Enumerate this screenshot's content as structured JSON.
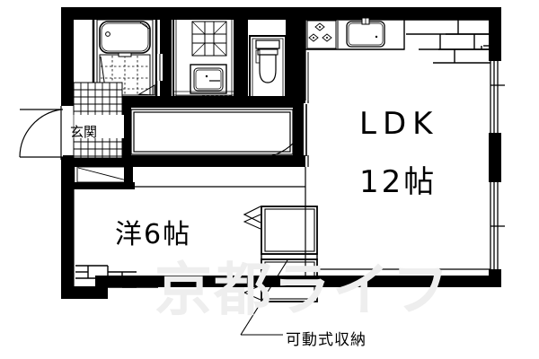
{
  "plan": {
    "type": "apartment-floor-plan",
    "watermark": "京都ライフ",
    "rooms": [
      {
        "id": "ldk",
        "name": "LDK",
        "area": "12帖"
      },
      {
        "id": "western-room",
        "name": "洋6帖",
        "area": "6帖"
      },
      {
        "id": "genkan",
        "name": "玄関"
      }
    ],
    "labels": {
      "ldk_name": "LDK",
      "ldk_area": "12帖",
      "room_name": "洋6帖",
      "genkan": "玄関",
      "movable_storage": "可動式収納"
    },
    "fixtures": [
      {
        "name": "bathtub-unit",
        "room": "bath"
      },
      {
        "name": "shower-floor",
        "room": "bath"
      },
      {
        "name": "washing-machine-pan",
        "room": "washroom"
      },
      {
        "name": "wash-basin",
        "room": "washroom"
      },
      {
        "name": "toilet",
        "room": "toilet"
      },
      {
        "name": "gas-stove-3burner",
        "room": "kitchen"
      },
      {
        "name": "kitchen-sink",
        "room": "kitchen"
      },
      {
        "name": "shoe-box",
        "room": "genkan"
      },
      {
        "name": "upper-shelf",
        "room": "ldk"
      },
      {
        "name": "closet-shelf",
        "room": "western-room"
      },
      {
        "name": "movable-storage-upper",
        "room": "ldk"
      },
      {
        "name": "movable-storage-lower",
        "room": "ldk"
      }
    ],
    "openings": [
      {
        "name": "entrance-door",
        "kind": "swing"
      },
      {
        "name": "ldk-door",
        "kind": "swing"
      },
      {
        "name": "bath-door",
        "kind": "sliding"
      },
      {
        "name": "window-right-upper",
        "kind": "window"
      },
      {
        "name": "window-right-lower",
        "kind": "window"
      },
      {
        "name": "window-room-upper",
        "kind": "window"
      },
      {
        "name": "window-room-lower",
        "kind": "window"
      }
    ],
    "colors": {
      "wall": "#000000",
      "line": "#000000",
      "floor": "#ffffff",
      "watermark": "#eeeeee"
    }
  }
}
